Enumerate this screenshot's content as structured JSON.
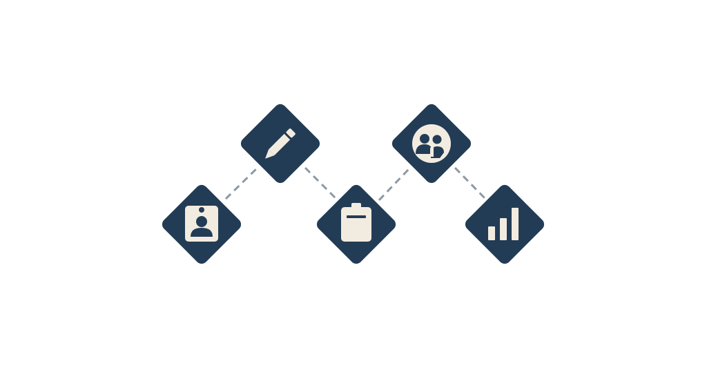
{
  "colors": {
    "background": "#ffffff",
    "tile": "#233c56",
    "icon": "#f2ece0",
    "connector": "#8d99a6"
  },
  "nodes": [
    {
      "icon": "id-badge-icon"
    },
    {
      "icon": "pencil-icon"
    },
    {
      "icon": "clipboard-icon"
    },
    {
      "icon": "user-group-icon"
    },
    {
      "icon": "bar-chart-icon"
    }
  ],
  "connectors": [
    {
      "from": 0,
      "to": 1,
      "style": "dashed"
    },
    {
      "from": 1,
      "to": 2,
      "style": "dashed"
    },
    {
      "from": 2,
      "to": 3,
      "style": "dashed"
    },
    {
      "from": 3,
      "to": 4,
      "style": "dashed"
    }
  ]
}
